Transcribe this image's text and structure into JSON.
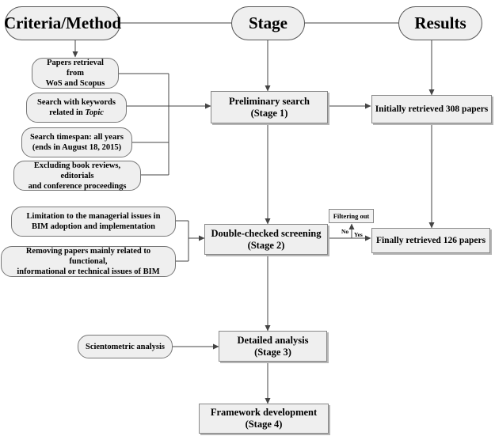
{
  "headers": {
    "criteria": "Criteria/Method",
    "stage": "Stage",
    "results": "Results"
  },
  "criteria": {
    "c1": [
      "Papers retrieval from",
      "WoS and Scopus"
    ],
    "c2_line1": "Search with  keywords",
    "c2_line2_prefix": "related in ",
    "c2_line2_italic": "Topic",
    "c3": [
      "Search timespan: all years",
      "(ends in August 18, 2015)"
    ],
    "c4": [
      "Excluding book reviews, editorials",
      "and conference proceedings"
    ],
    "c5": [
      "Limitation to the managerial issues in",
      "BIM adoption and implementation"
    ],
    "c6": [
      "Removing papers mainly related to functional,",
      "informational or technical issues of BIM"
    ],
    "c7": "Scientometric analysis"
  },
  "stages": {
    "s1": [
      "Preliminary search",
      "(Stage 1)"
    ],
    "s2": [
      "Double-checked screening",
      "(Stage 2)"
    ],
    "s3": [
      "Detailed  analysis",
      "(Stage 3)"
    ],
    "s4": [
      "Framework development",
      "(Stage 4)"
    ]
  },
  "results": {
    "r1": "Initially retrieved 308 papers",
    "r2": "Finally retrieved 126 papers"
  },
  "filter": {
    "box": "Filtering out",
    "no": "No",
    "yes": "Yes"
  }
}
